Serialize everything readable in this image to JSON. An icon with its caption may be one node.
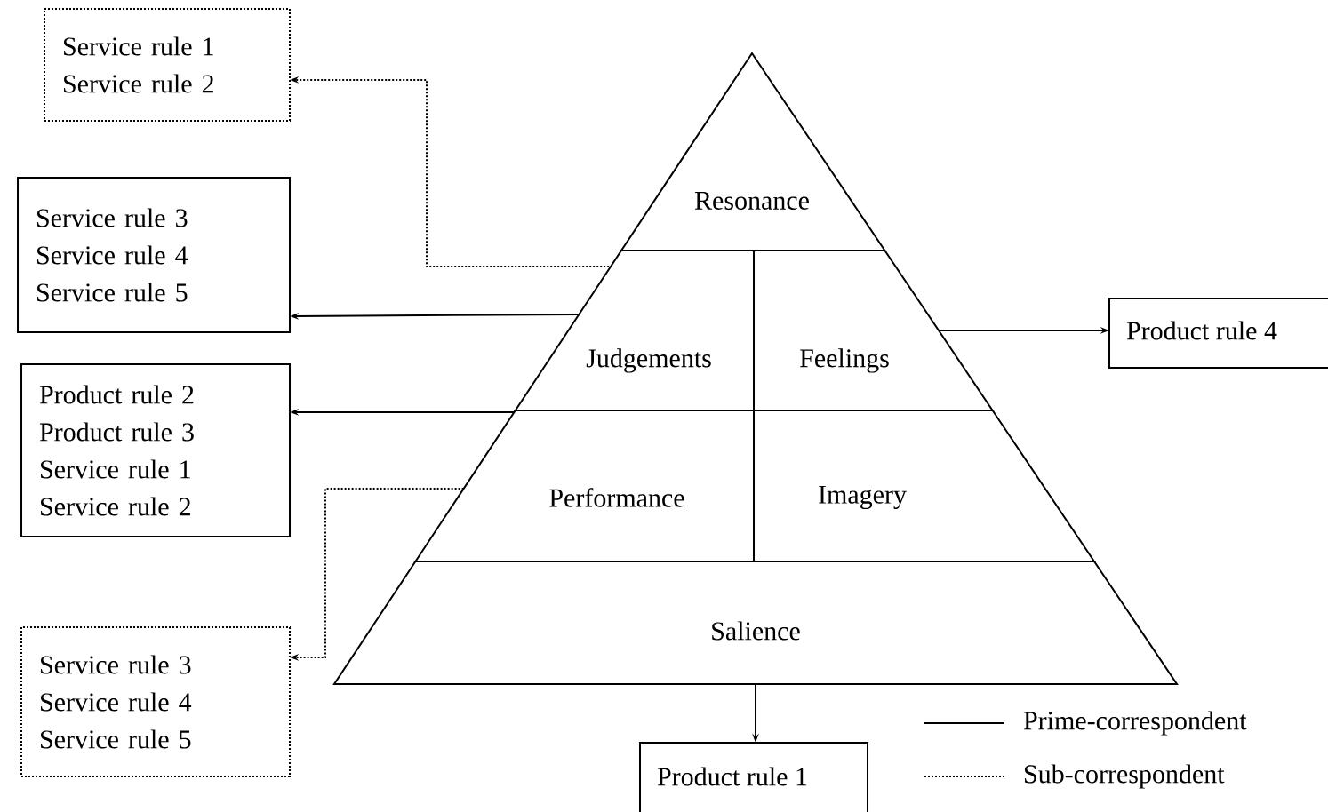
{
  "diagram": {
    "nodes": [
      {
        "text": [
          "Service rule 1",
          "Service rule 2"
        ]
      },
      {
        "text": [
          "Service rule 3",
          "Service rule 4",
          "Service rule 5"
        ]
      },
      {
        "text": [
          "Product rule 2",
          "Product rule 3",
          "Service rule 1",
          "Service rule 2"
        ]
      },
      {
        "text": [
          "Service rule 3",
          "Service rule 4",
          "Service rule 5"
        ]
      },
      {
        "text": [
          "Resonance"
        ]
      },
      {
        "text": [
          "Judgements"
        ]
      },
      {
        "text": [
          "Feelings"
        ]
      },
      {
        "text": [
          "Performance"
        ]
      },
      {
        "text": [
          "Imagery"
        ]
      },
      {
        "text": [
          "Salience"
        ]
      },
      {
        "text": [
          "Product rule 4"
        ]
      },
      {
        "text": [
          "Product rule 1"
        ]
      }
    ],
    "edges": [
      {
        "from": 5,
        "to": 0,
        "arrow": "to",
        "style": "dashed"
      },
      {
        "from": 5,
        "to": 1,
        "arrow": "to"
      },
      {
        "from": 6,
        "to": 10,
        "arrow": "to"
      },
      {
        "from": 7,
        "to": 2,
        "arrow": "to"
      },
      {
        "from": 7,
        "to": 3,
        "arrow": "to",
        "style": "dashed"
      },
      {
        "from": 9,
        "to": 11,
        "arrow": "to"
      }
    ],
    "legend": [
      {
        "text": "Prime-correspondent"
      },
      {
        "text": "Sub-correspondent"
      }
    ]
  }
}
